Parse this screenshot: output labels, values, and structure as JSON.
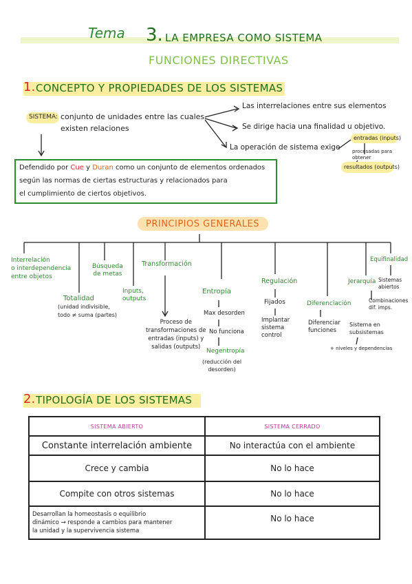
{
  "header": {
    "tema_label": "Tema",
    "number": "3.",
    "title": "LA EMPRESA COMO SISTEMA",
    "subtitle": "FUNCIONES DIRECTIVAS"
  },
  "section1": {
    "number": "1.",
    "title": "CONCEPTO Y PROPIEDADES DE LOS SISTEMAS",
    "sistema_label": "SISTEMA:",
    "sistema_def_1": "conjunto de unidades entre las cuales",
    "sistema_def_2": "existen relaciones",
    "branch_1": "Las interrelaciones entre sus elementos",
    "branch_2": "Se dirige hacia una finalidad u objetivo.",
    "branch_3": "La operación de sistema exige",
    "entradas": "entradas (inputs)",
    "procesadas": "procesadas para obtener",
    "resultados": "resultados (outputs)",
    "box_1_pre": "Defendido por",
    "box_1_author1": "Cue",
    "box_1_mid": "y",
    "box_1_author2": "Duran",
    "box_1_post": "como un conjunto de elementos ordenados",
    "box_2": "según las normas de ciertas estructuras y relacionados para",
    "box_3": "el cumplimiento de ciertos objetivos."
  },
  "principios": {
    "title": "PRINCIPIOS GENERALES",
    "interrelacion": [
      "Interrelación",
      "o interdependencia",
      "entre objetos"
    ],
    "totalidad": [
      "Totalidad",
      "(unidad indivisible,",
      "todo ≠ suma (partes)"
    ],
    "busqueda": [
      "Búsqueda",
      "de metas"
    ],
    "inputs": [
      "Inputs,",
      "outputs"
    ],
    "transformacion": "Transformación",
    "proceso": [
      "Proceso de",
      "transformaciones de",
      "entradas (inputs) y",
      "salidas (outputs)"
    ],
    "entropia": "Entropía",
    "max_desorden": "Max desorden",
    "no_funciona": "No funciona",
    "negentropia": "Negentropía",
    "reduccion": [
      "(reducción del",
      "desorden)"
    ],
    "regulacion": "Regulación",
    "fijados": "Fijados",
    "implantar": [
      "Implantar",
      "sistema",
      "control"
    ],
    "diferenciacion": "Diferenciación",
    "diferenciar": [
      "Diferenciar",
      "funciones"
    ],
    "jerarquia": "Jerarquía",
    "sistema_subsistemas": [
      "Sistema en",
      "subsistemas"
    ],
    "niveles": "+ niveles y dependencias",
    "equifinalidad": "Equifinalidad",
    "sistemas_abiertos": [
      "Sistemas",
      "abiertos"
    ],
    "combinaciones": [
      "Combinaciones",
      "dif. imps."
    ]
  },
  "section2": {
    "number": "2.",
    "title": "TIPOLOGÍA DE LOS SISTEMAS",
    "headers": [
      "SISTEMA ABIERTO",
      "SISTEMA CERRADO"
    ],
    "rows": [
      {
        "abierto": "Constante interrelación ambiente",
        "cerrado": "No interactúa con el ambiente"
      },
      {
        "abierto": "Crece y cambia",
        "cerrado": "No lo hace"
      },
      {
        "abierto": "Compite con otros sistemas",
        "cerrado": "No lo hace"
      },
      {
        "abierto_1": "Desarrollan la homeostasis o equilibrio",
        "abierto_2": "dinámico → responde a cambios para mantener",
        "abierto_3": "la unidad y la supervivencia sistema",
        "cerrado": "No lo hace"
      }
    ]
  },
  "colors": {
    "green": "#2e8b2e",
    "lime": "#7fc24a",
    "red": "#e8232a",
    "pink": "#c0359a",
    "orange": "#e2641a",
    "highlight_yellow": "#fbeea0",
    "highlight_green": "#eef6c9"
  }
}
